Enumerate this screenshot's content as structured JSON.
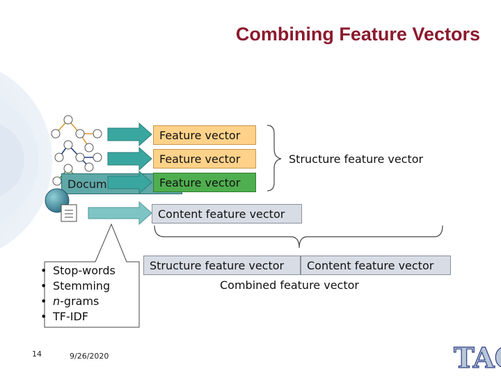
{
  "title": "Combining Feature Vectors",
  "feature_boxes": [
    "Feature vector",
    "Feature vector",
    "Feature vector"
  ],
  "document_label": "Document",
  "structure_feature_vector": "Structure feature vector",
  "content_feature_vector": "Content feature vector",
  "combined": {
    "structure": "Structure feature vector",
    "content": "Content feature vector",
    "label": "Combined feature vector"
  },
  "bullets": [
    "Stop-words",
    "Stemming",
    "n-grams",
    "TF-IDF"
  ],
  "footer": {
    "page_number": "14",
    "date": "9/26/2020"
  },
  "logo_text": "TAO",
  "colors": {
    "title": "#8b1a2e",
    "orange_box": "#ffd28a",
    "green_box": "#4fae4f",
    "arrow": "#3aa6a0",
    "content_arrow": "#7fc4c4"
  }
}
